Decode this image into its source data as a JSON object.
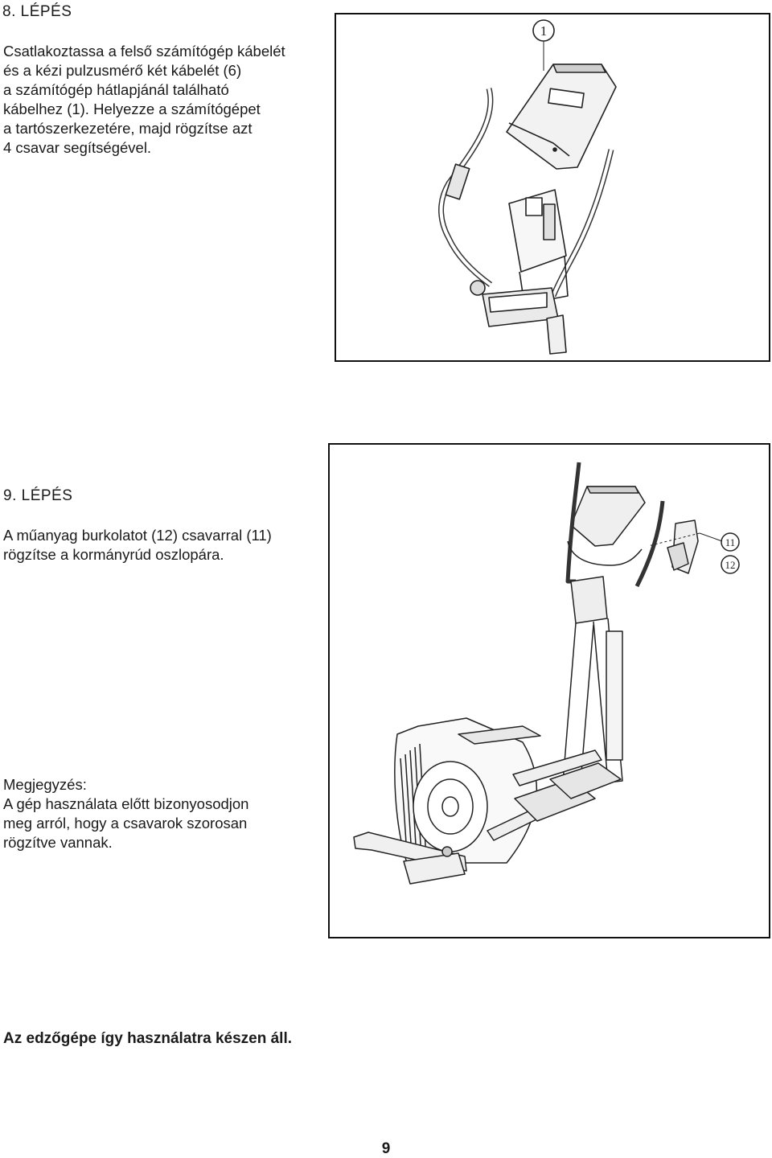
{
  "step8": {
    "title": "8. LÉPÉS",
    "lines": [
      "Csatlakoztassa a felső számítógép kábelét",
      "és a kézi pulzusmérő két kábelét (6)",
      "a számítógép hátlapjánál található",
      "kábelhez (1). Helyezze a számítógépet",
      "a tartószerkezetére, majd rögzítse azt",
      "4 csavar segítségével."
    ],
    "callout": "1"
  },
  "step9": {
    "title": "9. LÉPÉS",
    "lines": [
      "A műanyag burkolatot (12) csavarral (11)",
      "rögzítse a kormányrúd oszlopára."
    ],
    "callouts": [
      "11",
      "12"
    ]
  },
  "note": {
    "lines": [
      "Megjegyzés:",
      "A gép használata előtt bizonyosodjon",
      "meg arról, hogy a csavarok szorosan",
      "rögzítve vannak."
    ]
  },
  "final_text": "Az edzőgépe így használatra készen áll.",
  "page_number": "9"
}
